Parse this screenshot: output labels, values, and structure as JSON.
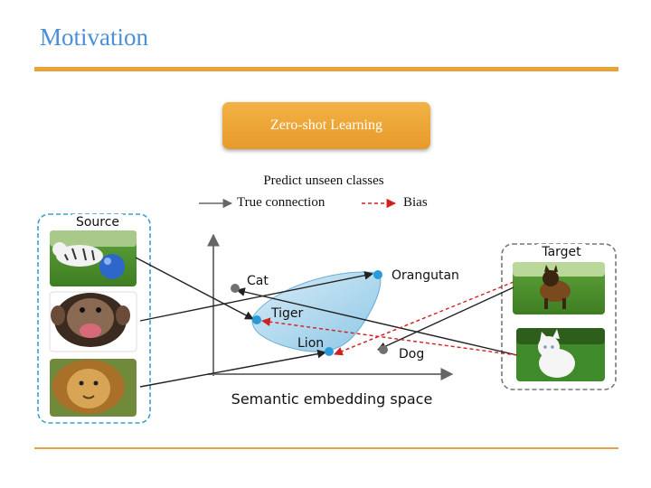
{
  "slide": {
    "title": "Motivation",
    "button_label": "Zero-shot Learning",
    "subtitle": "Predict unseen classes"
  },
  "legend": {
    "true_label": "True connection",
    "bias_label": "Bias"
  },
  "source": {
    "label": "Source",
    "images": [
      "white-tiger-photo",
      "chimpanzee-photo",
      "lion-photo"
    ]
  },
  "target": {
    "label": "Target",
    "images": [
      "dog-photo",
      "cat-photo"
    ]
  },
  "embedding": {
    "axis_label": "Semantic embedding space",
    "points": {
      "cat": "Cat",
      "orangutan": "Orangutan",
      "tiger": "Tiger",
      "lion": "Lion",
      "dog": "Dog"
    }
  },
  "colors": {
    "title": "#4a8fd8",
    "accent": "#e8a33a",
    "seen_point": "#2a9bd8",
    "unseen_point": "#707070",
    "bias": "#d02020",
    "region": "#9fd0ea"
  }
}
